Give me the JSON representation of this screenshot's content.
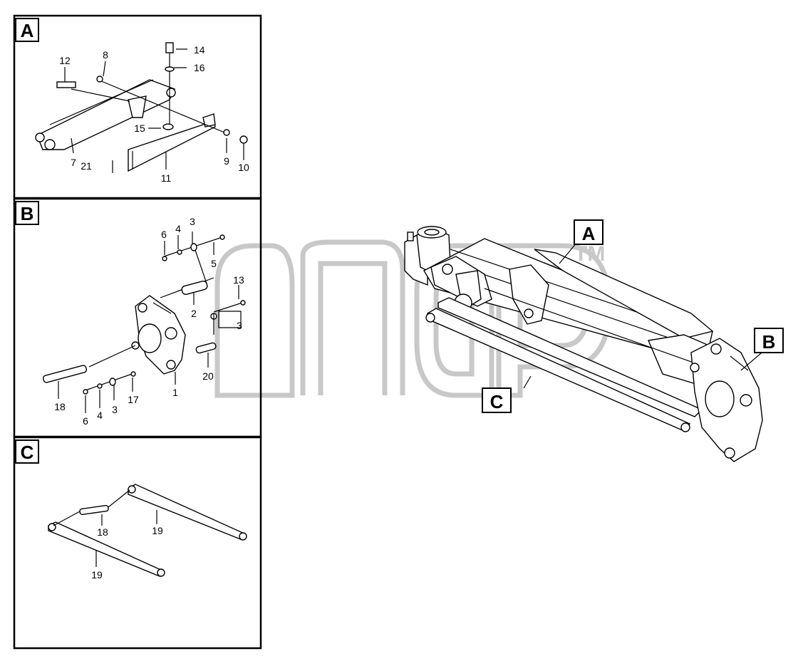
{
  "watermark": {
    "tm": "TM"
  },
  "panels": [
    {
      "id": "A",
      "label": "A",
      "callouts": [
        "12",
        "8",
        "14",
        "16",
        "15",
        "7",
        "21",
        "11",
        "9",
        "10"
      ]
    },
    {
      "id": "B",
      "label": "B",
      "callouts": [
        "6",
        "4",
        "3",
        "5",
        "13",
        "2",
        "3",
        "1",
        "20",
        "18",
        "6",
        "4",
        "3",
        "17"
      ]
    },
    {
      "id": "C",
      "label": "C",
      "callouts": [
        "18",
        "19",
        "19"
      ]
    }
  ],
  "main_view": {
    "labels": {
      "A": "A",
      "B": "B",
      "C": "C"
    }
  }
}
